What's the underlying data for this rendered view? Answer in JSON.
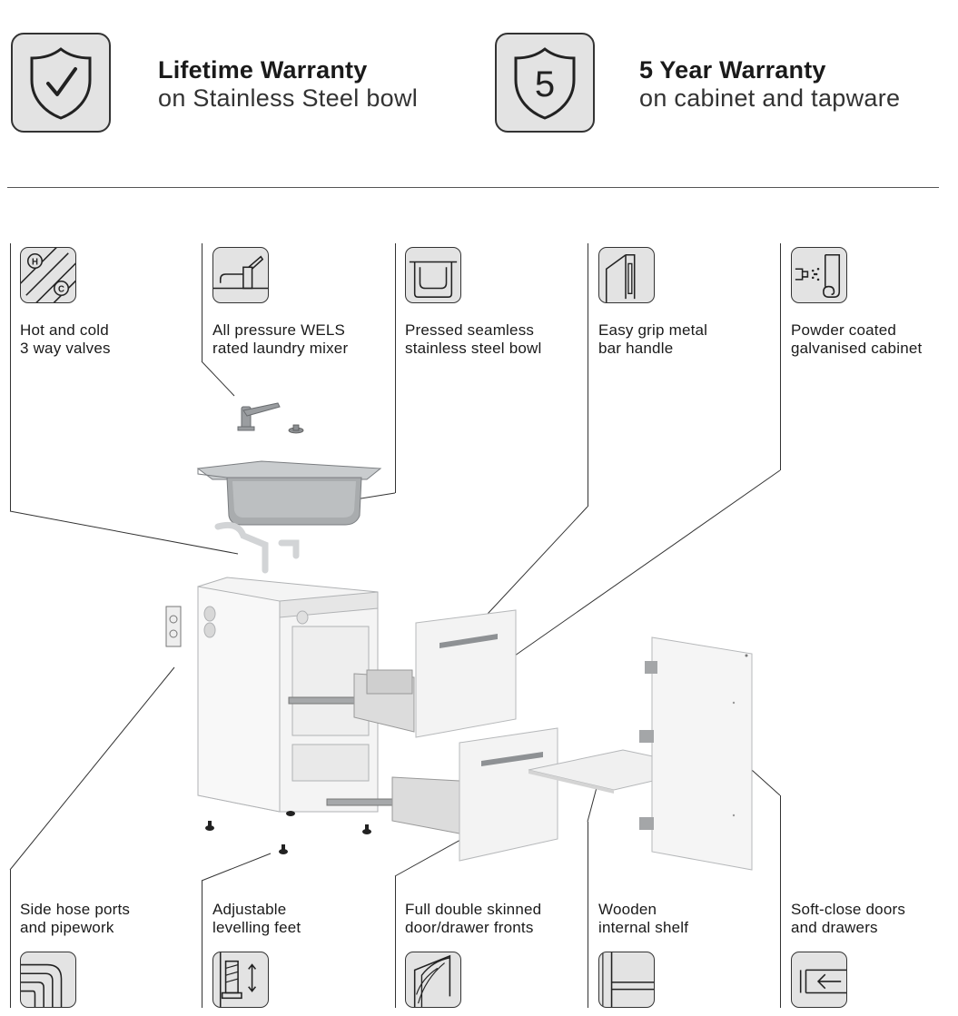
{
  "warranties": [
    {
      "title": "Lifetime Warranty",
      "subtitle": "on Stainless Steel bowl",
      "icon": "shield-check-icon"
    },
    {
      "title": "5 Year Warranty",
      "subtitle": "on cabinet and tapware",
      "icon": "shield-five-icon",
      "badge_number": "5"
    }
  ],
  "features_top": [
    {
      "line1": "Hot and cold",
      "line2": "3 way valves",
      "icon": "hot-cold-valve-icon"
    },
    {
      "line1": "All pressure WELS",
      "line2": "rated laundry mixer",
      "icon": "mixer-tap-icon"
    },
    {
      "line1": "Pressed seamless",
      "line2": "stainless steel bowl",
      "icon": "seamless-bowl-icon"
    },
    {
      "line1": "Easy grip metal",
      "line2": "bar handle",
      "icon": "bar-handle-icon"
    },
    {
      "line1": "Powder coated",
      "line2": "galvanised cabinet",
      "icon": "powder-coat-icon"
    }
  ],
  "features_bottom": [
    {
      "line1": "Side hose ports",
      "line2": "and pipework",
      "icon": "pipework-icon"
    },
    {
      "line1": "Adjustable",
      "line2": "levelling feet",
      "icon": "levelling-feet-icon"
    },
    {
      "line1": "Full double skinned",
      "line2": "door/drawer fronts",
      "icon": "double-skin-icon"
    },
    {
      "line1": "Wooden",
      "line2": "internal shelf",
      "icon": "shelf-icon"
    },
    {
      "line1": "Soft-close doors",
      "line2": "and drawers",
      "icon": "soft-close-icon"
    }
  ]
}
